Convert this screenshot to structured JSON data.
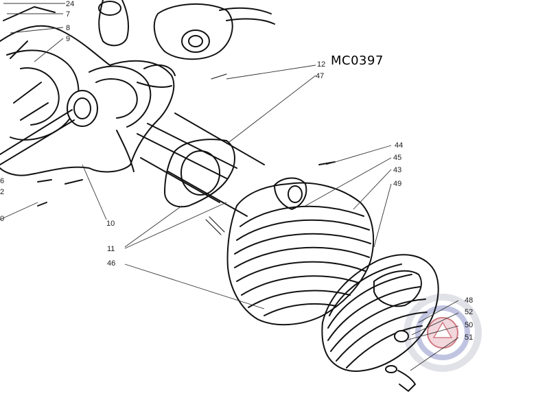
{
  "diagram": {
    "part_code": "MC0397",
    "callouts": [
      {
        "id": "c24",
        "text": "24"
      },
      {
        "id": "c7",
        "text": "7"
      },
      {
        "id": "c8",
        "text": "8"
      },
      {
        "id": "c9",
        "text": "9"
      },
      {
        "id": "c12",
        "text": "12"
      },
      {
        "id": "c47",
        "text": "47"
      },
      {
        "id": "c44",
        "text": "44"
      },
      {
        "id": "c45",
        "text": "45"
      },
      {
        "id": "c43",
        "text": "43"
      },
      {
        "id": "c49",
        "text": "49"
      },
      {
        "id": "c6",
        "text": "6"
      },
      {
        "id": "c2",
        "text": "2"
      },
      {
        "id": "c0",
        "text": "0"
      },
      {
        "id": "c10",
        "text": "10"
      },
      {
        "id": "c11",
        "text": "11"
      },
      {
        "id": "c46",
        "text": "46"
      },
      {
        "id": "c48",
        "text": "48"
      },
      {
        "id": "c52",
        "text": "52"
      },
      {
        "id": "c50",
        "text": "50"
      },
      {
        "id": "c51",
        "text": "51"
      }
    ],
    "watermark": {
      "color_ring": "#c8c8d8",
      "color_inner": "#b01020"
    }
  }
}
